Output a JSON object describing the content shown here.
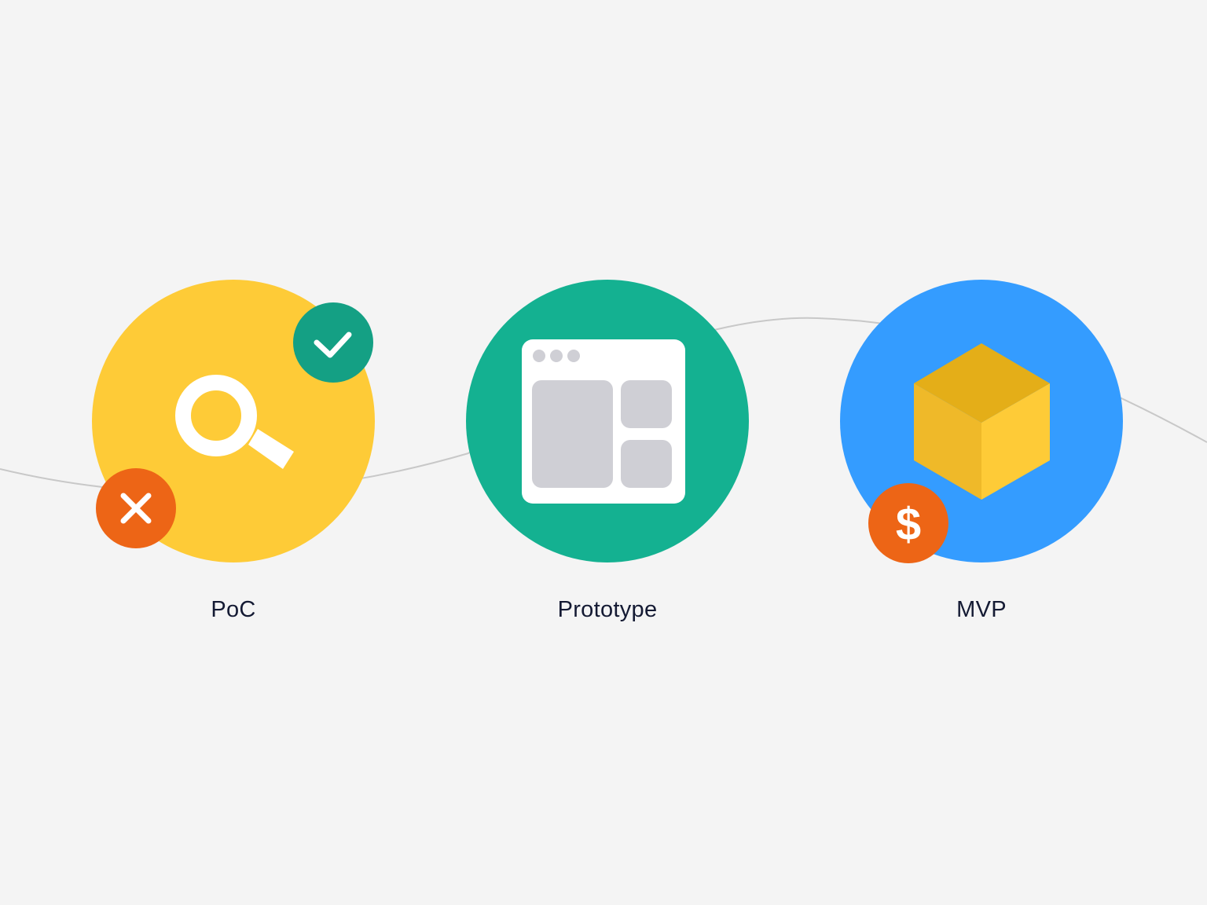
{
  "colors": {
    "background": "#f4f4f4",
    "path_line": "#c8c8c8",
    "poc_circle": "#fecb37",
    "prototype_circle": "#14b191",
    "mvp_circle": "#349cff",
    "check_badge": "#14a084",
    "cross_badge": "#ed6516",
    "dollar_badge": "#ed6516",
    "window_frame": "#ffffff",
    "window_panel": "#cfcfd5",
    "cube_top": "#e4ae18",
    "cube_left": "#efb929",
    "cube_right": "#fecb37",
    "label_text": "#141a33"
  },
  "stages": [
    {
      "label": "PoC",
      "icon": "magnifier-icon",
      "badges": [
        "checkmark-icon",
        "cross-icon"
      ]
    },
    {
      "label": "Prototype",
      "icon": "browser-window-icon",
      "badges": []
    },
    {
      "label": "MVP",
      "icon": "cube-icon",
      "badges": [
        "dollar-icon"
      ]
    }
  ]
}
